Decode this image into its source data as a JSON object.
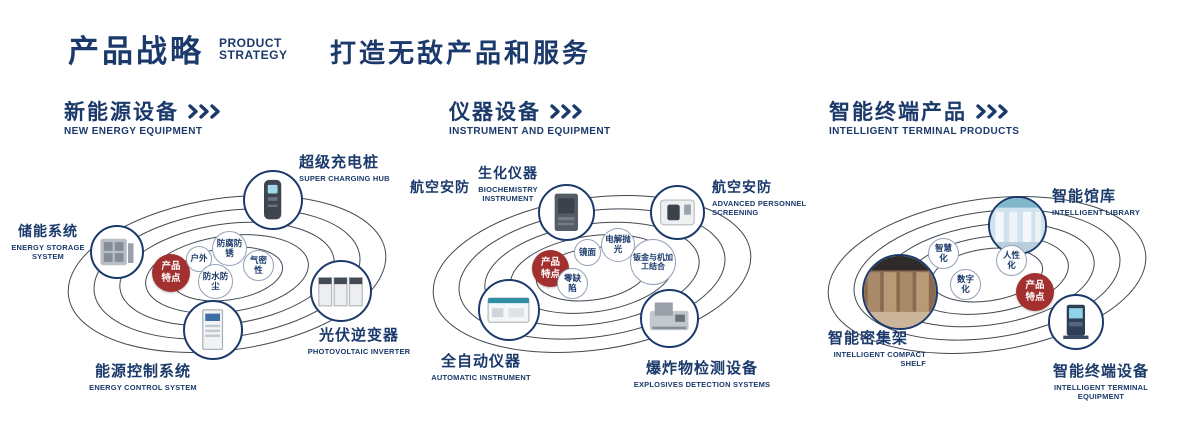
{
  "header": {
    "title": "产品战略",
    "subtitle_line1": "PRODUCT",
    "subtitle_line2": "STRATEGY",
    "tagline": "打造无敌产品和服务"
  },
  "colors": {
    "navy": "#1b3a6b",
    "red": "#a2302f"
  },
  "sections": [
    {
      "heading": "新能源设备",
      "heading_en": "NEW ENERGY EQUIPMENT",
      "center": {
        "line1": "产品",
        "line2": "特点"
      },
      "features": [
        "户外",
        "防腐防锈",
        "气密性",
        "防水防尘"
      ],
      "nodes": [
        {
          "label": "储能系统",
          "label_en": "ENERGY STORAGE SYSTEM"
        },
        {
          "label": "超级充电桩",
          "label_en": "SUPER CHARGING HUB"
        },
        {
          "label": "光伏逆变器",
          "label_en": "PHOTOVOLTAIC INVERTER"
        },
        {
          "label": "能源控制系统",
          "label_en": "ENERGY CONTROL SYSTEM"
        }
      ]
    },
    {
      "heading": "仪器设备",
      "heading_en": "INSTRUMENT AND EQUIPMENT",
      "extra_label": "航空安防",
      "center": {
        "line1": "产品",
        "line2": "特点"
      },
      "features": [
        "镜面",
        "电解抛光",
        "钣金与机加工结合",
        "零缺陷"
      ],
      "nodes": [
        {
          "label": "生化仪器",
          "label_en": "BIOCHEMISTRY INSTRUMENT"
        },
        {
          "label": "航空安防",
          "label_en": "ADVANCED PERSONNEL SCREENING"
        },
        {
          "label": "全自动仪器",
          "label_en": "AUTOMATIC INSTRUMENT"
        },
        {
          "label": "爆炸物检测设备",
          "label_en": "EXPLOSIVES DETECTION SYSTEMS"
        }
      ]
    },
    {
      "heading": "智能终端产品",
      "heading_en": "INTELLIGENT TERMINAL PRODUCTS",
      "center": {
        "line1": "产品",
        "line2": "特点"
      },
      "features": [
        "智慧化",
        "人性化",
        "数字化"
      ],
      "nodes": [
        {
          "label": "智能馆库",
          "label_en": "INTELLIGENT LIBRARY"
        },
        {
          "label": "智能密集架",
          "label_en": "INTELLIGENT COMPACT SHELF"
        },
        {
          "label": "智能终端设备",
          "label_en": "INTELLIGENT TERMINAL EQUIPMENT"
        }
      ]
    }
  ]
}
